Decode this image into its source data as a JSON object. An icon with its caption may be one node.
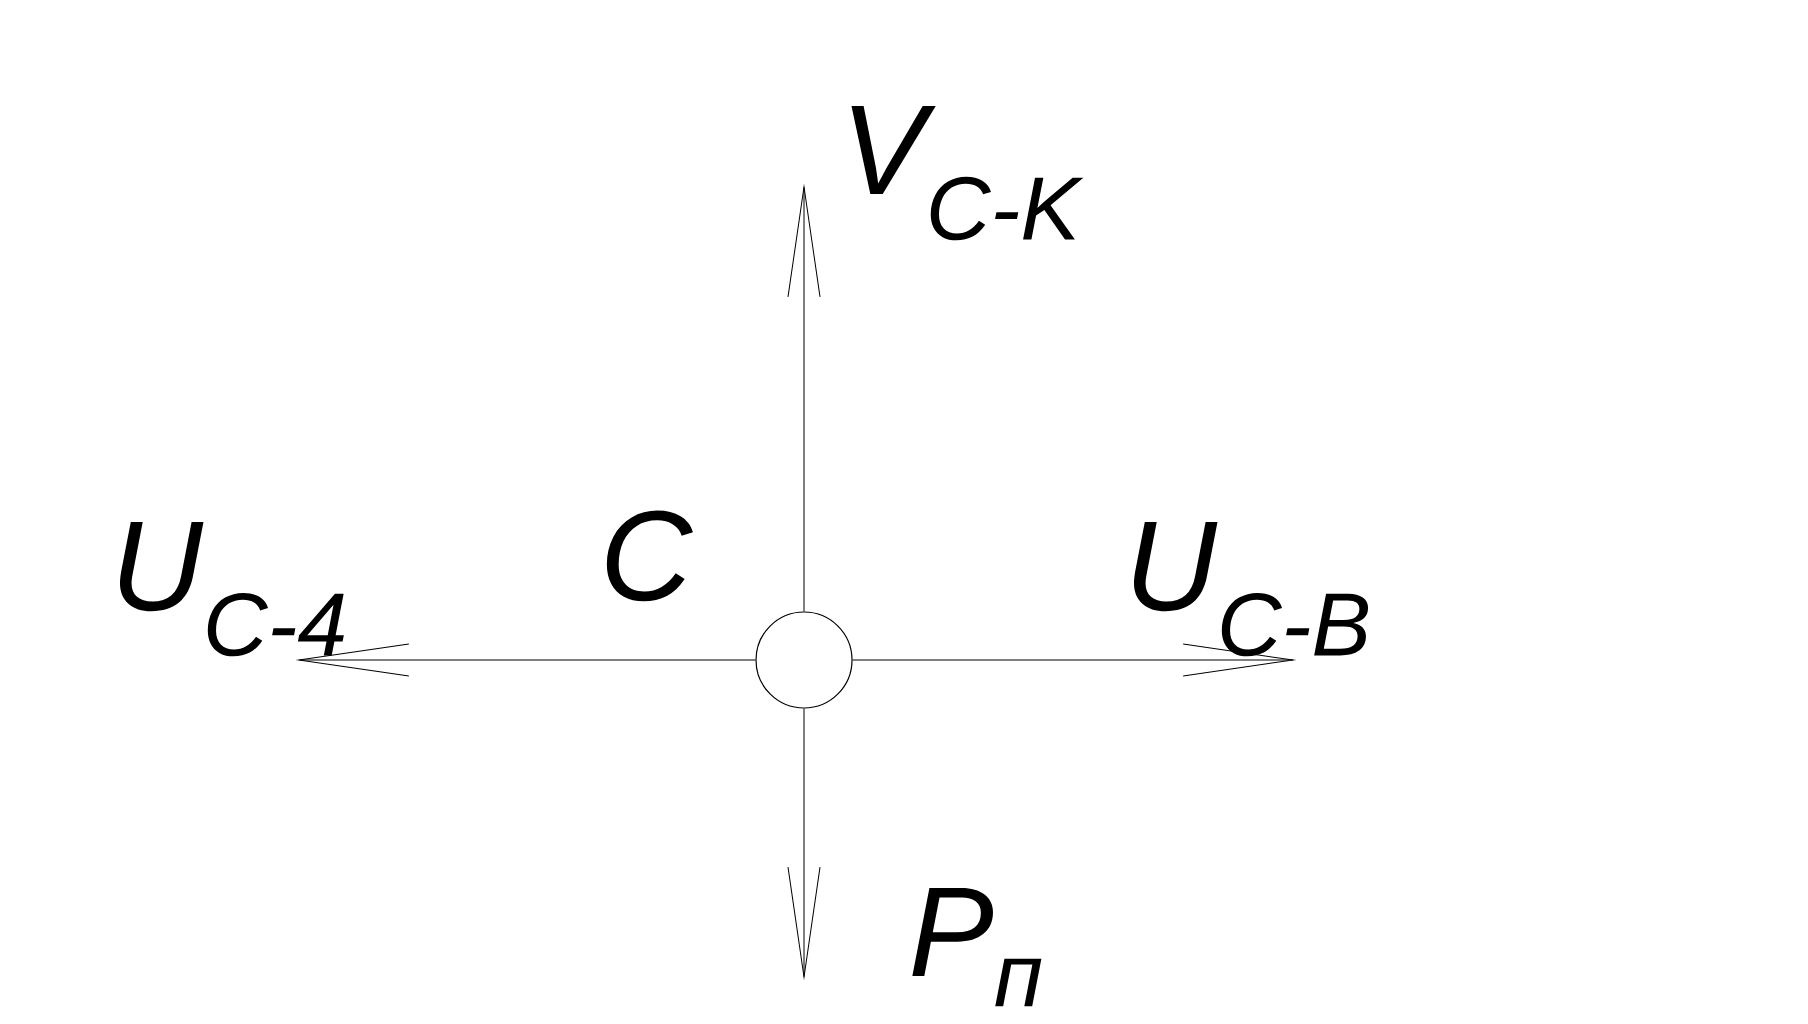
{
  "diagram": {
    "nodes": [
      {
        "text": [],
        "shape": "circle",
        "beside": [
          "C"
        ]
      }
    ],
    "labels": [
      "V$_{C-K}$",
      "U$_{C-4}$",
      "U$_{C-B}$",
      "P$_{п}$"
    ]
  }
}
